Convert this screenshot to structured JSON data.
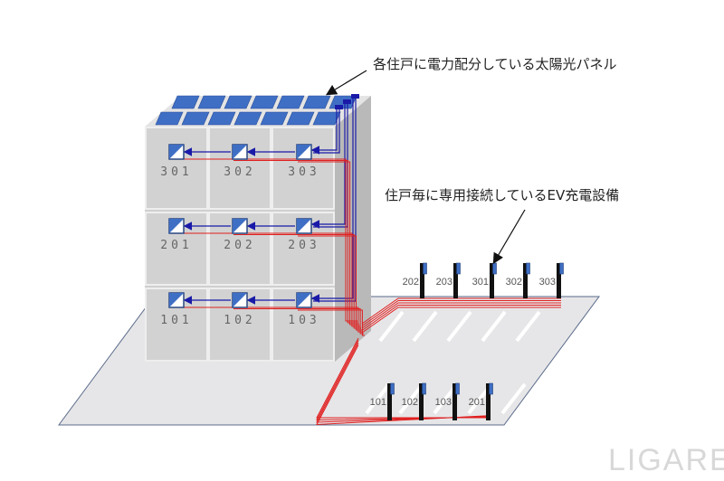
{
  "callouts": {
    "solar": "各住戸に電力配分している太陽光パネル",
    "ev": "住戸毎に専用接続しているEV充電設備"
  },
  "units": [
    [
      "301",
      "302",
      "303"
    ],
    [
      "201",
      "202",
      "203"
    ],
    [
      "101",
      "102",
      "103"
    ]
  ],
  "chargers_back": [
    "202",
    "203",
    "301",
    "302",
    "303"
  ],
  "chargers_front": [
    "101",
    "102",
    "103",
    "201"
  ],
  "logo": "LIGARE",
  "colors": {
    "panel": "#3f6fc4",
    "power_line": "#1a1aa8",
    "ev_line": "#e02020",
    "building": "#d4d4d4",
    "ground": "#e6e6e8"
  }
}
